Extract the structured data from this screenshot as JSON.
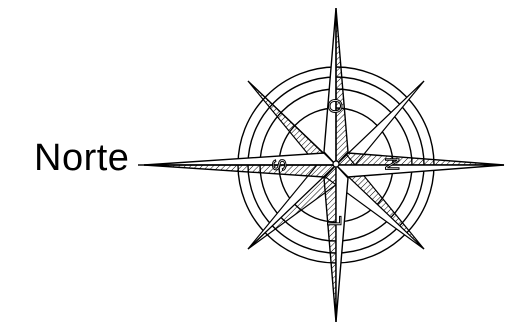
{
  "diagram": {
    "label": "Norte",
    "cardinal_letters": {
      "north": "N",
      "south": "S",
      "east": "L",
      "west": "O"
    },
    "stroke_color": "#000000",
    "background_color": "#ffffff"
  }
}
